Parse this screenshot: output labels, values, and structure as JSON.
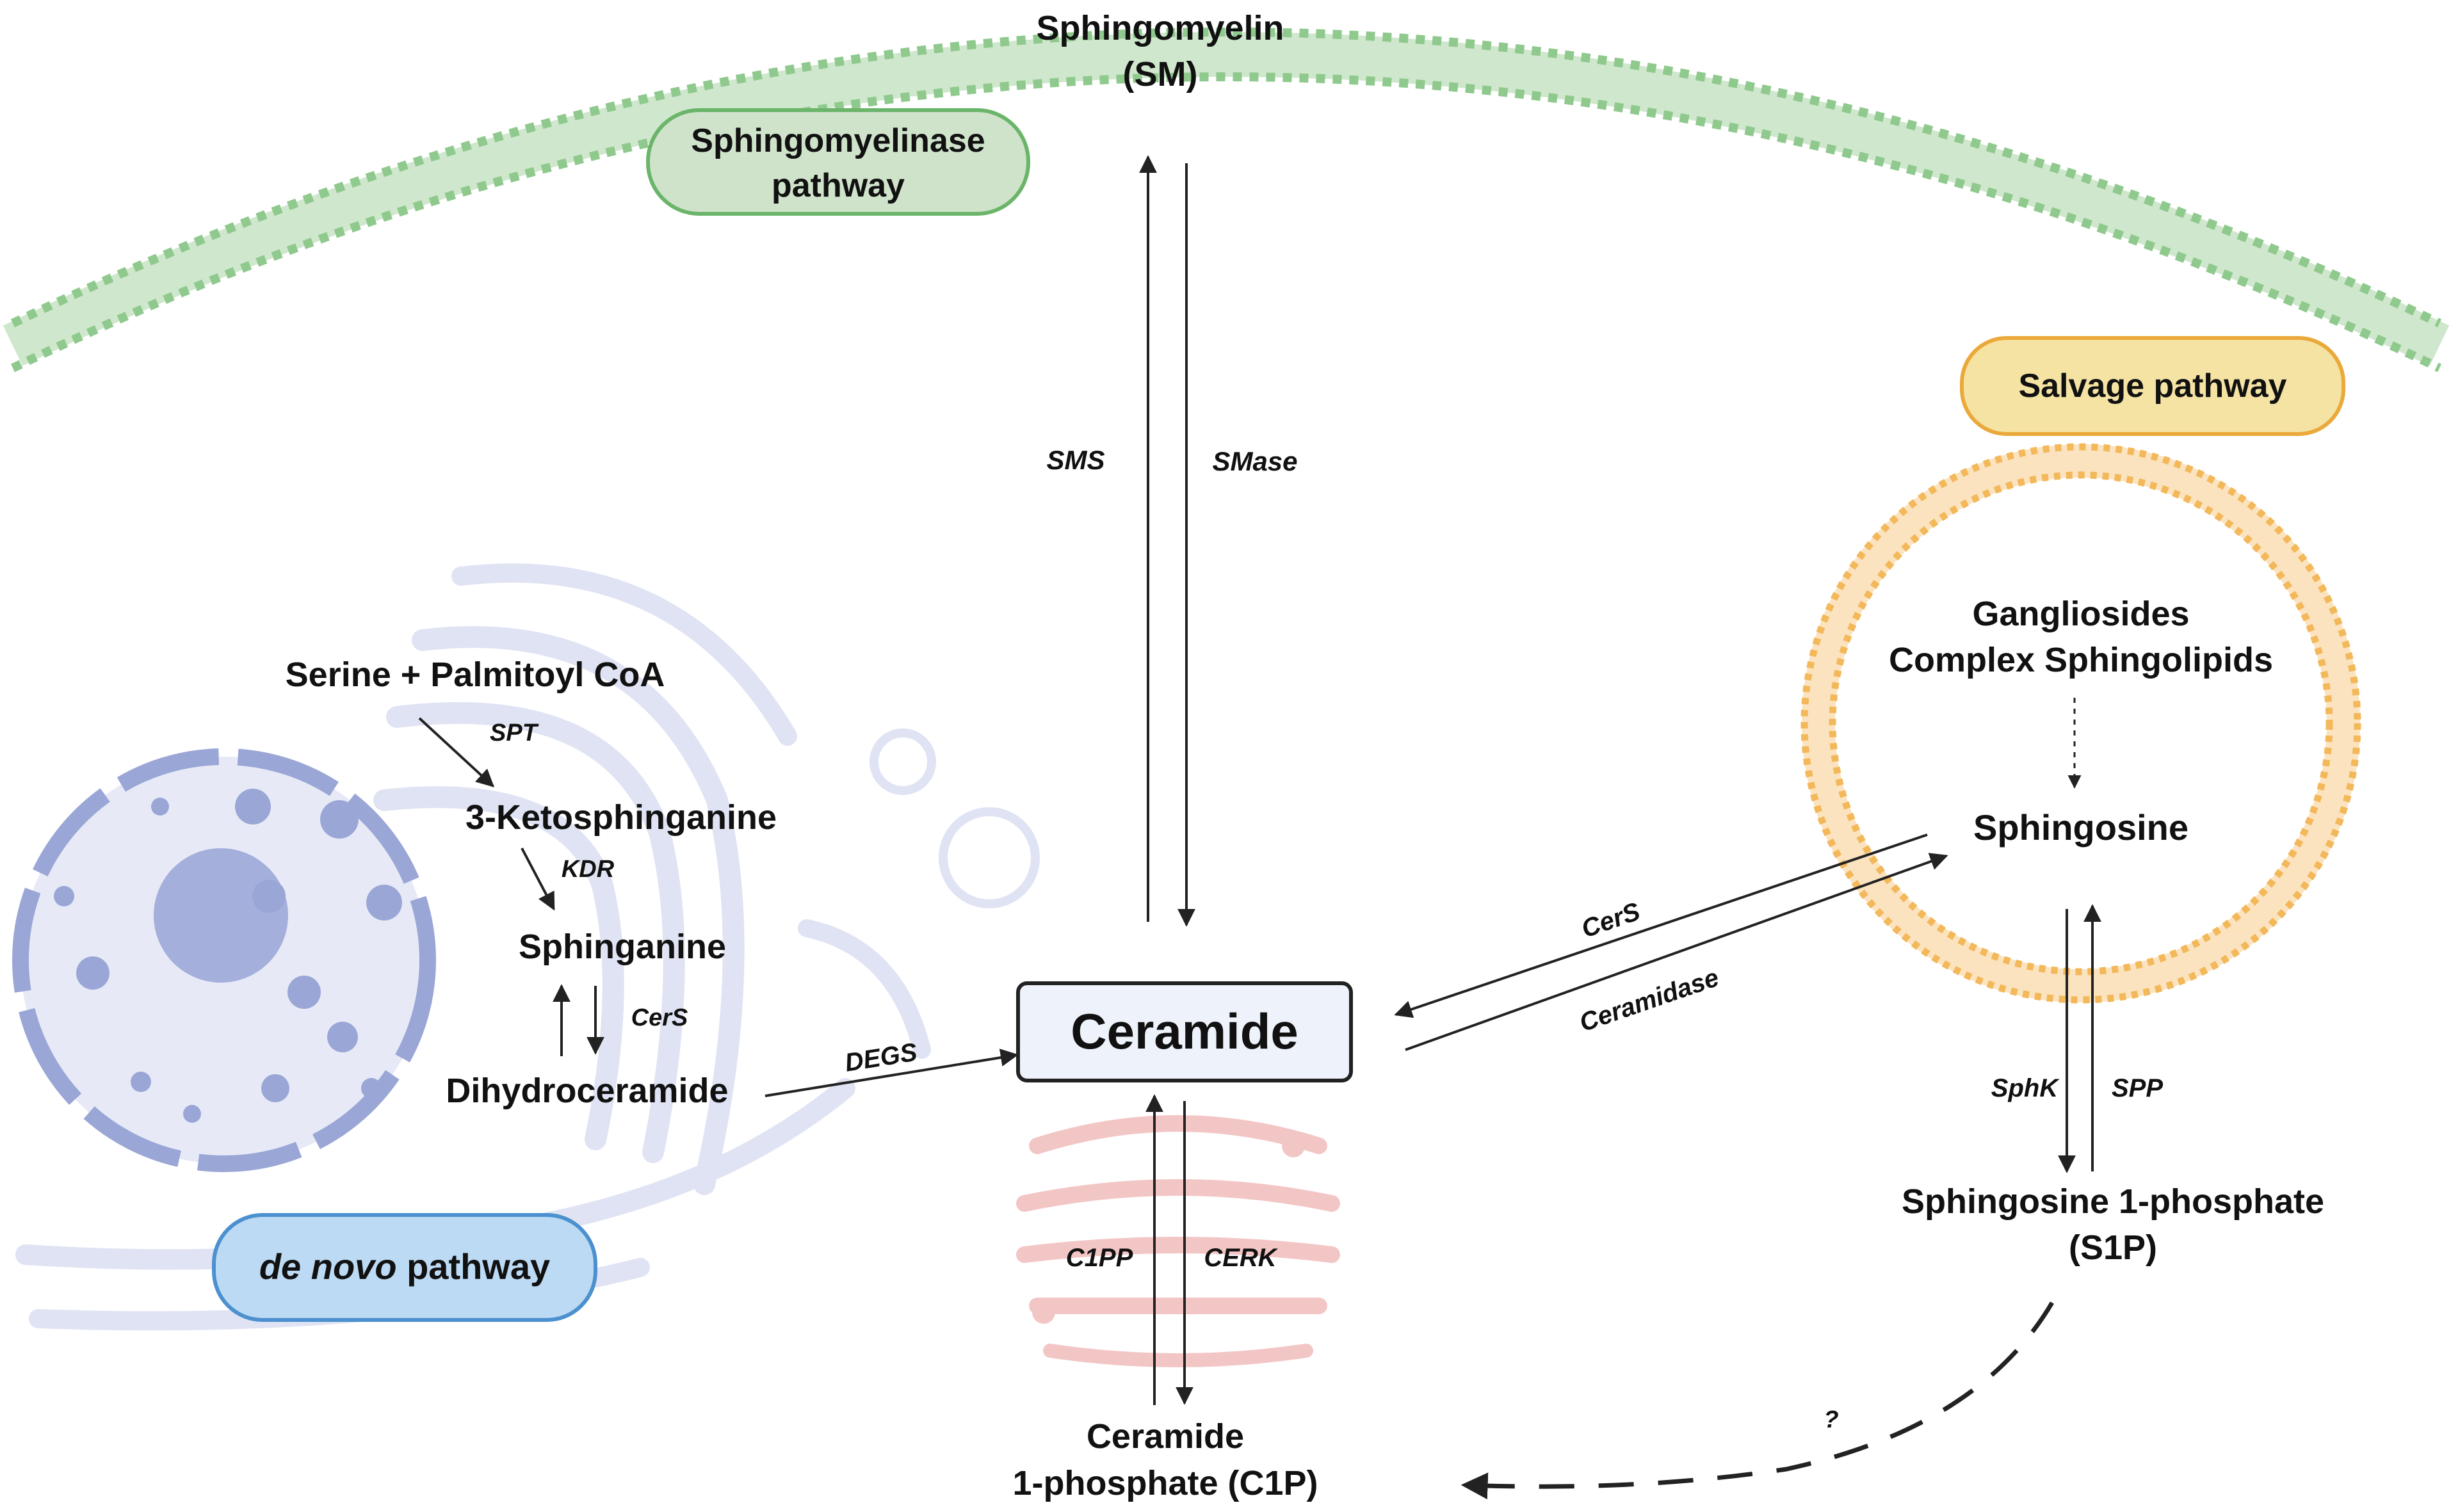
{
  "colors": {
    "membrane": "#8fc98d",
    "membrane_light": "#cfe7cc",
    "organelle": "#9aa6d6",
    "organelle_fill": "#e7eaf6",
    "lysosome": "#f3b85a",
    "golgi_pink": "#f3c6c6",
    "ceramide_box": "#eef3fb",
    "sm_pathway_fill": "#cfe3cb",
    "sm_pathway_stroke": "#6bb56a",
    "salvage_fill": "#f5e3a3",
    "salvage_stroke": "#eaa93a",
    "denovo_fill": "#bcdaf3",
    "denovo_stroke": "#4b90cf"
  },
  "pathways": {
    "sphingomyelinase": [
      "Sphingomyelinase",
      "pathway"
    ],
    "salvage": "Salvage pathway",
    "denovo_italic": "de novo",
    "denovo_rest": " pathway"
  },
  "metabolites": {
    "sphingomyelin": [
      "Sphingomyelin",
      "(SM)"
    ],
    "ceramide": "Ceramide",
    "serine": "Serine + Palmitoyl CoA",
    "ketosphinganine": "3-Ketosphinganine",
    "sphinganine": "Sphinganine",
    "dihydroceramide": "Dihydroceramide",
    "gangliosides": [
      "Gangliosides",
      "Complex Sphingolipids"
    ],
    "sphingosine": "Sphingosine",
    "s1p": [
      "Sphingosine 1-phosphate",
      "(S1P)"
    ],
    "c1p": [
      "Ceramide",
      "1-phosphate (C1P)"
    ]
  },
  "enzymes": {
    "sms": "SMS",
    "smase": "SMase",
    "spt": "SPT",
    "kdr": "KDR",
    "cers_denovo": "CerS",
    "degs": "DEGS",
    "cers_salvage": "CerS",
    "ceramidase": "Ceramidase",
    "sphk": "SphK",
    "spp": "SPP",
    "c1pp": "C1PP",
    "cerk": "CERK",
    "unknown": "?"
  }
}
